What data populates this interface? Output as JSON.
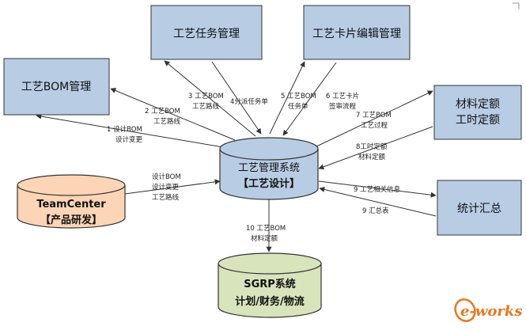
{
  "nodes": {
    "process_task_mgmt": "工艺任务管理",
    "process_card_edit": "工艺卡片编辑管理",
    "process_bom_mgmt": "工艺BOM管理",
    "material_quota_line1": "材料定额",
    "material_quota_line2": "工时定额",
    "statistics": "统计汇总",
    "central_line1": "工艺管理系统",
    "central_line2": "【工艺设计】",
    "teamcenter_line1": "TeamCenter",
    "teamcenter_line2": "【产品研发】",
    "sgrp_line1": "SGRP系统",
    "sgrp_line2": "计划/财务/物流"
  },
  "edges": {
    "e1": [
      "1 设计BOM",
      "设计变更"
    ],
    "e2": [
      "2 工艺BOM",
      "工艺路线"
    ],
    "e3": [
      "3 工艺BOM",
      "工艺路线"
    ],
    "e4": [
      "4分派任务单"
    ],
    "e5": [
      "5 工艺BOM",
      "任务单"
    ],
    "e6": [
      "6 工艺卡片",
      "签审流程"
    ],
    "e7": [
      "7 工艺BOM",
      "工艺过程"
    ],
    "e8": [
      "8工时定额",
      "材料定额"
    ],
    "e9a": [
      "9 工艺相关信息"
    ],
    "e9b": [
      "9 汇总表"
    ],
    "e10": [
      "10 工艺BOM",
      "材料定额"
    ],
    "tc": [
      "设计BOM",
      "设计变更",
      "工艺路线"
    ]
  },
  "watermark": {
    "text": "e-works"
  },
  "colors": {
    "blue_fill": "#b8cce4",
    "orange_fill": "#fbd5b5",
    "green_fill": "#d7e4bc",
    "stroke": "#333333"
  }
}
